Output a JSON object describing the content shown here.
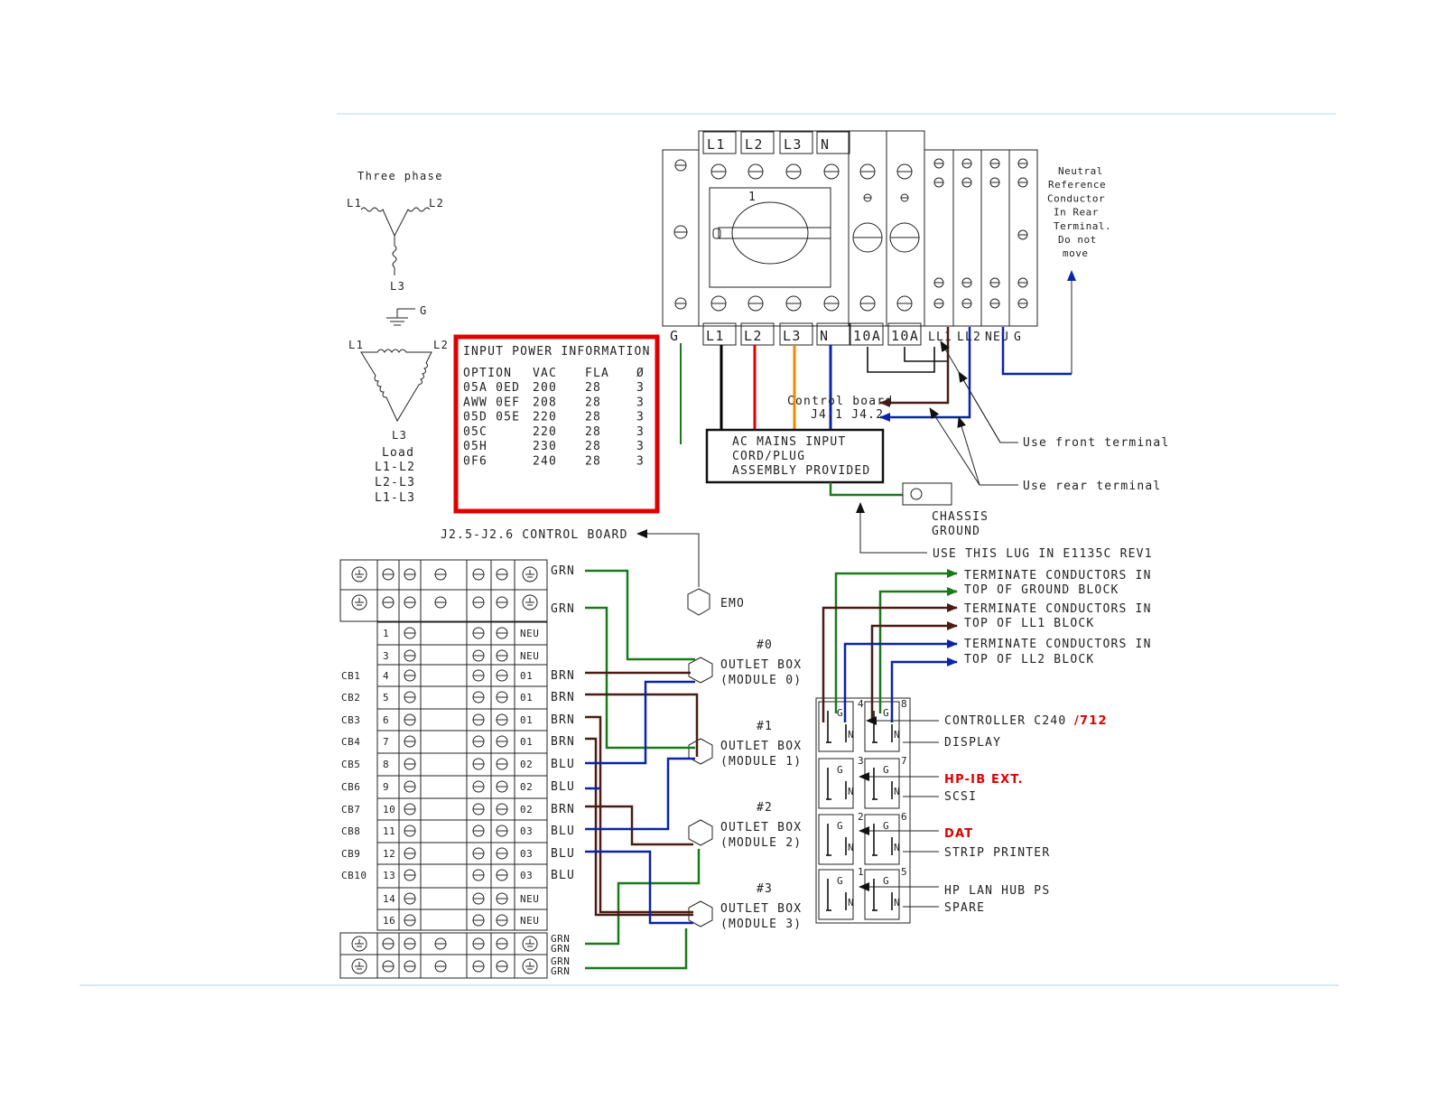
{
  "colors": {
    "black": "#000000",
    "red": "#e00000",
    "orange": "#f08a00",
    "blue": "#0a24a8",
    "green": "#1a7a1a",
    "brown": "#4a1c14",
    "rule": "#cfe3ee",
    "line": "#222222"
  },
  "three_phase": {
    "title": "Three phase",
    "wye": {
      "l1": "L1",
      "l2": "L2",
      "l3": "L3"
    },
    "ground": "G",
    "delta": {
      "l1": "L1",
      "l2": "L2",
      "l3": "L3"
    },
    "load_title": "Load",
    "load_lines": [
      "L1-L2",
      "L2-L3",
      "L1-L3"
    ]
  },
  "input_power": {
    "title": "INPUT POWER INFORMATION",
    "headers": [
      "OPTION",
      "VAC",
      "FLA",
      "Ø"
    ],
    "rows": [
      [
        "05A 0ED",
        "200",
        "28",
        "3"
      ],
      [
        "AWW 0EF",
        "208",
        "28",
        "3"
      ],
      [
        "05D 05E",
        "220",
        "28",
        "3"
      ],
      [
        "05C",
        "220",
        "28",
        "3"
      ],
      [
        "05H",
        "230",
        "28",
        "3"
      ],
      [
        "0F6",
        "240",
        "28",
        "3"
      ]
    ]
  },
  "breaker": {
    "top_labels": [
      "L1",
      "L2",
      "L3",
      "N"
    ],
    "handle_number": "1",
    "bottom_labels": [
      "L1",
      "L2",
      "L3",
      "N",
      "10A",
      "10A",
      "LL1",
      "LL2",
      "NEU",
      "G"
    ],
    "g_label": "G"
  },
  "neutral_note": [
    "Neutral",
    "Reference",
    "Conductor",
    "In Rear",
    "Terminal.",
    "Do not",
    "move"
  ],
  "control_board": {
    "line1": "Control board",
    "line2": "J4.1 J4.2"
  },
  "ac_mains": [
    "AC MAINS INPUT",
    "CORD/PLUG",
    "ASSEMBLY PROVIDED"
  ],
  "front_terminal": "Use front terminal",
  "rear_terminal": "Use rear terminal",
  "chassis_ground": [
    "CHASSIS",
    "GROUND"
  ],
  "lug_note": "USE THIS LUG IN E1135C REV1",
  "j2_label": "J2.5-J2.6 CONTROL BOARD",
  "emo": "EMO",
  "terminal_block": {
    "top_wires": [
      "GRN",
      "GRN"
    ],
    "rows": [
      {
        "cb": "",
        "num": "1",
        "code": "NEU",
        "wire": ""
      },
      {
        "cb": "",
        "num": "3",
        "code": "NEU",
        "wire": ""
      },
      {
        "cb": "CB1",
        "num": "4",
        "code": "01",
        "wire": "BRN"
      },
      {
        "cb": "CB2",
        "num": "5",
        "code": "01",
        "wire": "BRN"
      },
      {
        "cb": "CB3",
        "num": "6",
        "code": "01",
        "wire": "BRN"
      },
      {
        "cb": "CB4",
        "num": "7",
        "code": "01",
        "wire": "BRN"
      },
      {
        "cb": "CB5",
        "num": "8",
        "code": "02",
        "wire": "BLU"
      },
      {
        "cb": "CB6",
        "num": "9",
        "code": "02",
        "wire": "BLU"
      },
      {
        "cb": "CB7",
        "num": "10",
        "code": "02",
        "wire": "BRN"
      },
      {
        "cb": "CB8",
        "num": "11",
        "code": "03",
        "wire": "BLU"
      },
      {
        "cb": "CB9",
        "num": "12",
        "code": "03",
        "wire": "BLU"
      },
      {
        "cb": "CB10",
        "num": "13",
        "code": "03",
        "wire": "BLU"
      },
      {
        "cb": "",
        "num": "14",
        "code": "NEU",
        "wire": ""
      },
      {
        "cb": "",
        "num": "16",
        "code": "NEU",
        "wire": ""
      }
    ],
    "bottom_wires": [
      [
        "GRN",
        "GRN"
      ],
      [
        "GRN",
        "GRN"
      ]
    ]
  },
  "outlet_boxes": [
    {
      "id": "#0",
      "line1": "OUTLET BOX",
      "line2": "(MODULE 0)"
    },
    {
      "id": "#1",
      "line1": "OUTLET BOX",
      "line2": "(MODULE 1)"
    },
    {
      "id": "#2",
      "line1": "OUTLET BOX",
      "line2": "(MODULE 2)"
    },
    {
      "id": "#3",
      "line1": "OUTLET BOX",
      "line2": "(MODULE 3)"
    }
  ],
  "terminate_notes": [
    {
      "line1": "TERMINATE CONDUCTORS IN",
      "line2": "TOP OF GROUND BLOCK"
    },
    {
      "line1": "TERMINATE CONDUCTORS IN",
      "line2": "TOP OF LL1 BLOCK"
    },
    {
      "line1": "TERMINATE CONDUCTORS IN",
      "line2": "TOP OF LL2 BLOCK"
    }
  ],
  "outlet_strip": {
    "left_numbers": [
      "4",
      "3",
      "2",
      "1"
    ],
    "right_numbers": [
      "8",
      "7",
      "6",
      "5"
    ],
    "g": "G",
    "n": "N"
  },
  "devices": [
    {
      "main": "CONTROLLER C240",
      "red": "/712",
      "second": "DISPLAY"
    },
    {
      "main": "",
      "red": "HP-IB EXT.",
      "second": "SCSI"
    },
    {
      "main": "",
      "red": "DAT",
      "second": "STRIP PRINTER"
    },
    {
      "main": "HP LAN HUB PS",
      "red": "",
      "second": "SPARE"
    }
  ]
}
